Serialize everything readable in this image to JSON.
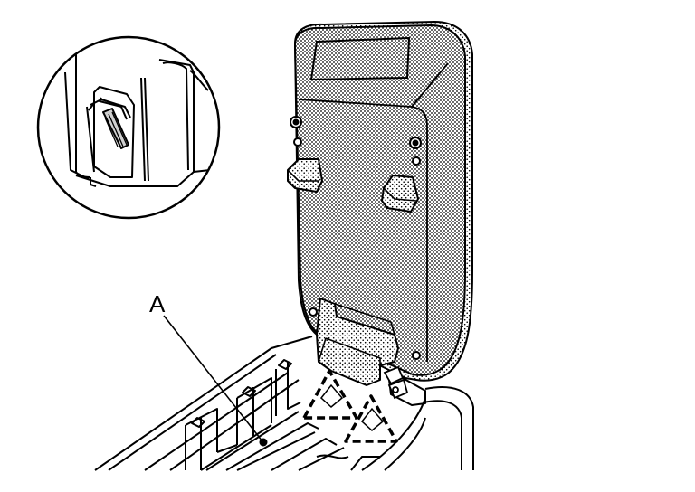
{
  "diagram": {
    "callouts": [
      {
        "id": "A",
        "label": "A"
      }
    ],
    "colors": {
      "line": "#000000",
      "background": "#ffffff",
      "shade": "#bdbdbd"
    },
    "icons": [
      "magnified-clip-detail",
      "warning-triangle-icon"
    ]
  }
}
